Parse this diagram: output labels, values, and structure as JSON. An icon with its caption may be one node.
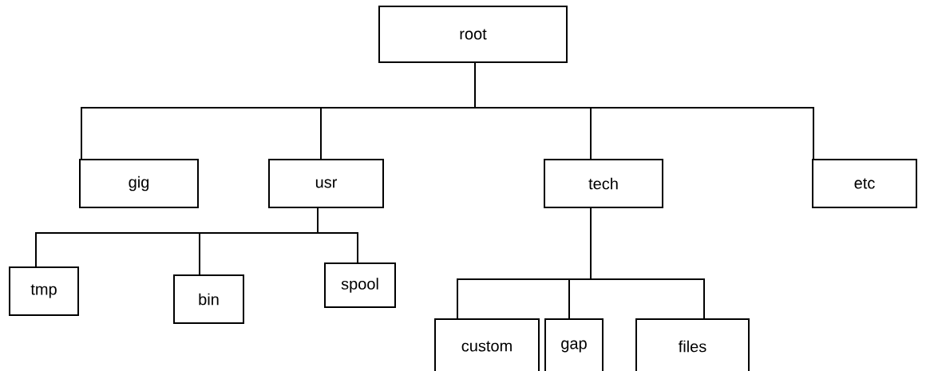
{
  "diagram": {
    "nodes": [
      {
        "text": [
          "root"
        ]
      },
      {
        "text": [
          "gig"
        ]
      },
      {
        "text": [
          "usr"
        ]
      },
      {
        "text": [
          "tech"
        ]
      },
      {
        "text": [
          "etc"
        ]
      },
      {
        "text": [
          "tmp"
        ]
      },
      {
        "text": [
          "bin"
        ]
      },
      {
        "text": [
          "spool"
        ]
      },
      {
        "text": [
          "custom"
        ]
      },
      {
        "text": [
          "gap"
        ]
      },
      {
        "text": [
          "files"
        ]
      }
    ],
    "edges": [
      {
        "from": 0,
        "to": 1,
        "arrow": "none"
      },
      {
        "from": 0,
        "to": 2,
        "arrow": "none"
      },
      {
        "from": 0,
        "to": 3,
        "arrow": "none"
      },
      {
        "from": 0,
        "to": 4,
        "arrow": "none"
      },
      {
        "from": 2,
        "to": 5,
        "arrow": "none"
      },
      {
        "from": 2,
        "to": 6,
        "arrow": "none"
      },
      {
        "from": 2,
        "to": 7,
        "arrow": "none"
      },
      {
        "from": 3,
        "to": 8,
        "arrow": "none"
      },
      {
        "from": 3,
        "to": 9,
        "arrow": "none"
      },
      {
        "from": 3,
        "to": 10,
        "arrow": "none"
      }
    ]
  }
}
